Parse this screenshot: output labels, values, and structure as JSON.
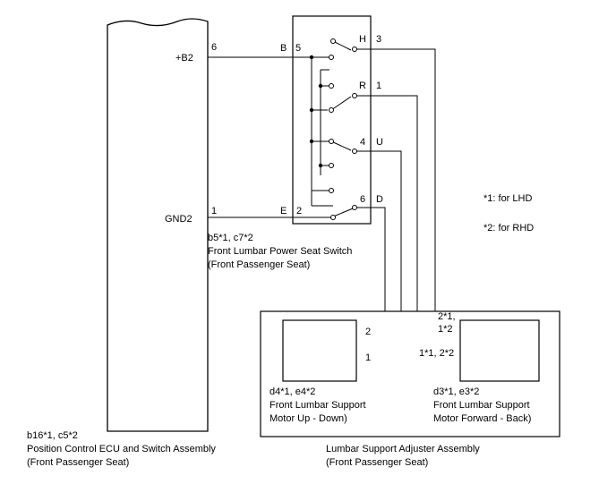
{
  "ecu": {
    "terminal_b2_label": "+B2",
    "terminal_b2_pin": "6",
    "terminal_gnd2_label": "GND2",
    "terminal_gnd2_pin": "1",
    "connector": "b16*1, c5*2",
    "name_line1": "Position Control ECU and Switch Assembly",
    "name_line2": "(Front Passenger Seat)"
  },
  "seat_switch": {
    "connector": "b5*1, c7*2",
    "name_line1": "Front Lumbar Power Seat Switch",
    "name_line2": "(Front Passenger Seat)",
    "pin_b_letter": "B",
    "pin_b_num": "5",
    "pin_e_letter": "E",
    "pin_e_num": "2",
    "pin_h_letter": "H",
    "pin_h_num": "3",
    "pin_r_letter": "R",
    "pin_r_num": "1",
    "pin_u_num": "4",
    "pin_u_letter": "U",
    "pin_d_num": "6",
    "pin_d_letter": "D"
  },
  "adjuster": {
    "name_line1": "Lumbar Support Adjuster Assembly",
    "name_line2": "(Front Passenger Seat)",
    "motor_updown": {
      "connector": "d4*1, e4*2",
      "name_line1": "Front Lumbar Support",
      "name_line2": "Motor Up - Down)",
      "pin_top": "2",
      "pin_bottom": "1"
    },
    "motor_fwdback": {
      "connector": "d3*1, e3*2",
      "name_line1": "Front Lumbar Support",
      "name_line2": "Motor Forward - Back)",
      "pin_top_line1": "2*1,",
      "pin_top_line2": "1*2",
      "pin_bottom": "1*1, 2*2"
    }
  },
  "notes": {
    "lhd": "*1: for LHD",
    "rhd": "*2: for RHD"
  }
}
